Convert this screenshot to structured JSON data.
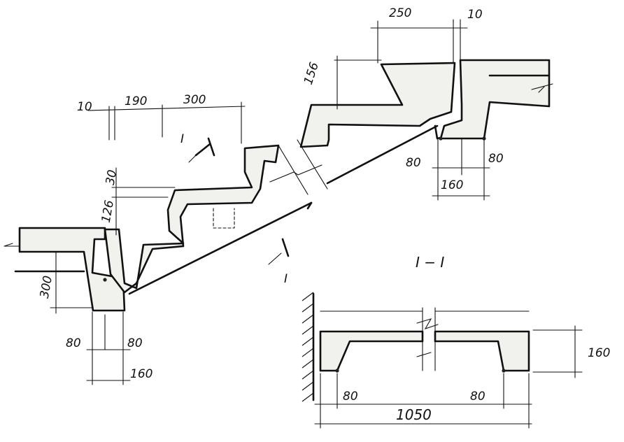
{
  "section_title": "I − I",
  "section_marks": {
    "upper": "I",
    "lower": "I"
  },
  "dims": {
    "top_250": "250",
    "top_10": "10",
    "h_156": "156",
    "upper_80_left": "80",
    "upper_80_right": "80",
    "upper_160": "160",
    "stair_10": "10",
    "stair_190": "190",
    "stair_300": "300",
    "h_30": "30",
    "h_126": "126",
    "h_300": "300",
    "lower_80_left": "80",
    "lower_80_right": "80",
    "lower_160": "160",
    "sec_160": "160",
    "sec_80_left": "80",
    "sec_80_right": "80",
    "sec_1050": "1050"
  }
}
